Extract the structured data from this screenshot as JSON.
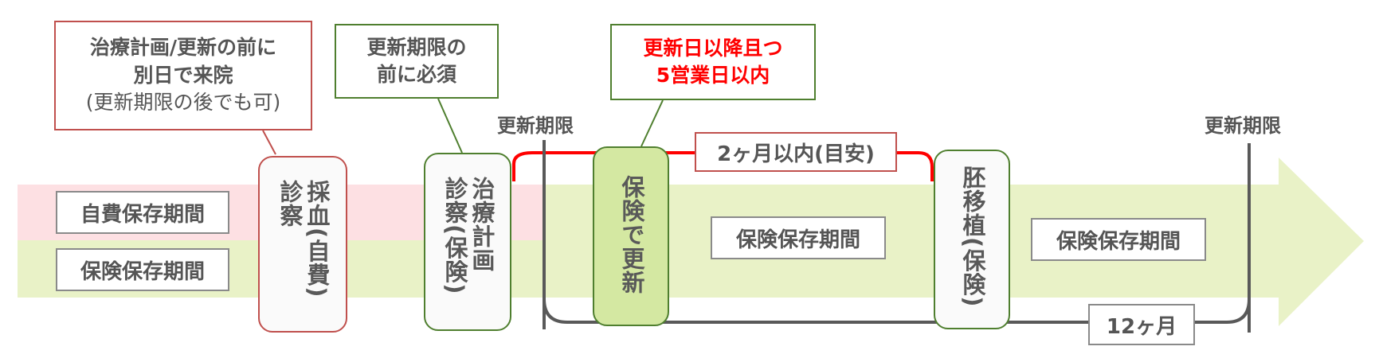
{
  "periods": {
    "self_pay": "自費保存期間",
    "insurance_left": "保険保存期間",
    "insurance_mid": "保険保存期間",
    "insurance_right": "保険保存期間"
  },
  "callouts": {
    "visit": {
      "line1": "治療計画/更新の前に",
      "line2": "別日で来院",
      "line3": "(更新期限の後でも可)"
    },
    "before_deadline": {
      "line1": "更新期限の",
      "line2": "前に必須"
    },
    "renewal_timing": {
      "line1": "更新日以降且つ",
      "line2": "5営業日以内"
    }
  },
  "deadlines": {
    "first": "更新期限",
    "second": "更新期限"
  },
  "events": {
    "blood_draw": {
      "col1": "採血(自費)",
      "col2": "診察"
    },
    "treatment_plan": {
      "col1": "治療計画",
      "col2": "診察(保険)"
    },
    "insurance_renewal": {
      "col1": "保険で更新"
    },
    "embryo_transfer": {
      "col1": "胚移植(保険)"
    }
  },
  "spans": {
    "two_months": "2ヶ月以内(目安)",
    "twelve_months": "12ヶ月"
  },
  "colors": {
    "red": "#c0504d",
    "alert_text": "#ff0000",
    "green": "#4f7f2f",
    "pink_band": "#fde0e3",
    "green_band": "#e9f2c7",
    "arrow": "#e9f2c7"
  }
}
